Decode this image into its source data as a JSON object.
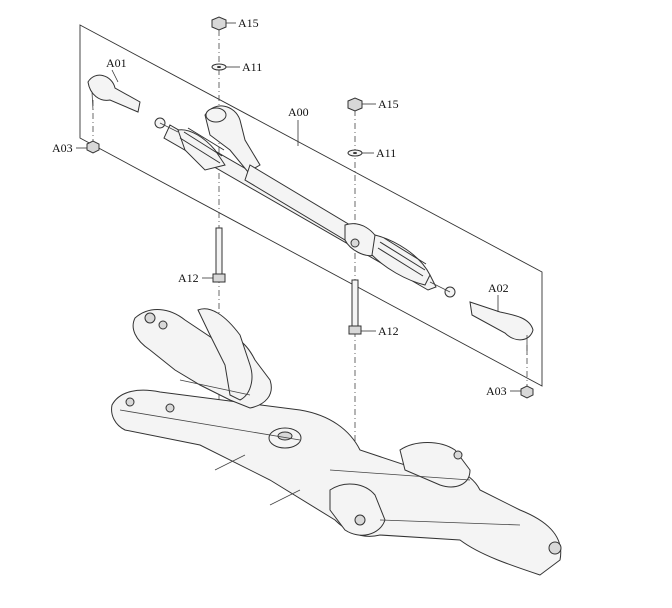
{
  "labels": {
    "a15_top": "A15",
    "a11_top": "A11",
    "a01": "A01",
    "a00": "A00",
    "a15_right": "A15",
    "a11_right": "A11",
    "a03_left": "A03",
    "a12_left": "A12",
    "a02": "A02",
    "a12_right": "A12",
    "a03_right": "A03"
  }
}
